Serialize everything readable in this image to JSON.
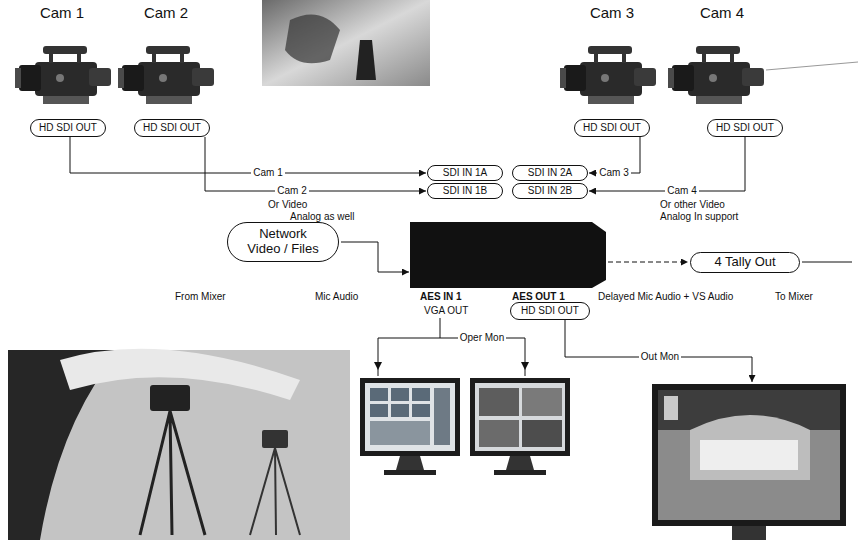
{
  "diagram": {
    "nodes": [
      {
        "text": [
          "HD SDI OUT"
        ]
      },
      {
        "text": [
          "HD SDI OUT"
        ]
      },
      {
        "text": [
          "HD SDI OUT"
        ]
      },
      {
        "text": [
          "HD SDI OUT"
        ]
      },
      {
        "text": [
          "SDI IN 1A"
        ]
      },
      {
        "text": [
          "SDI IN 2A"
        ]
      },
      {
        "text": [
          "SDI IN 1B"
        ]
      },
      {
        "text": [
          "SDI IN 2B"
        ]
      },
      {
        "text": [
          "Network Video / Files"
        ]
      },
      {
        "text": [
          "4 Tally Out"
        ]
      },
      {
        "text": [
          "HD SDI OUT"
        ]
      }
    ],
    "edges": [
      {
        "from": 0,
        "to": 4,
        "label": "Cam 1",
        "arrow": "to"
      },
      {
        "from": 1,
        "to": 6,
        "label": "Cam 2",
        "arrow": "to"
      },
      {
        "from": 2,
        "to": 5,
        "label": "Cam 3",
        "arrow": "to"
      },
      {
        "from": 3,
        "to": 7,
        "label": "Cam 4",
        "arrow": "to"
      }
    ],
    "labels": [
      "Cam 1",
      "Cam 2",
      "Cam 3",
      "Cam 4",
      "Or Video",
      "Analog as well",
      "Or other Video",
      "Analog In support",
      "From Mixer",
      "Mic Audio",
      "AES IN 1",
      "AES OUT 1",
      "Delayed Mic Audio + VS Audio",
      "To Mixer",
      "VGA OUT",
      "Oper Mon",
      "Out Mon"
    ]
  }
}
